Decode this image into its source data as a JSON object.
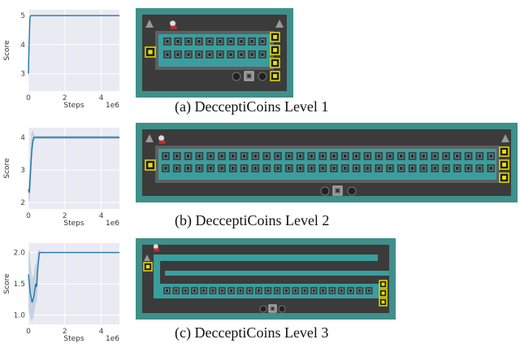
{
  "captions": [
    "(a) DecceptiCoins Level 1",
    "(b) DecceptiCoins Level 2",
    "(c) DecceptiCoins Level 3"
  ],
  "colors": {
    "line": "#1f77b4",
    "band": "#b7c7d6",
    "plot_bg": "#eaeaf2",
    "wall": "#5f5f5f",
    "floor": "#3b3b3b",
    "water": "#3a9e9e",
    "border": "#3f8f8a",
    "coin": "#e8e000",
    "grid": "#ffffff"
  },
  "icons": [
    "avatar-icon",
    "coin-icon",
    "goal-icon",
    "boulder-icon",
    "spike-icon"
  ],
  "chart_data": [
    {
      "type": "line",
      "title": "",
      "xlabel": "Steps",
      "ylabel": "Score",
      "x_offset_label": "1e6",
      "xlim": [
        0,
        5
      ],
      "ylim": [
        2.4,
        5.2
      ],
      "xticks": [
        {
          "v": 0,
          "t": "0"
        },
        {
          "v": 2,
          "t": "2"
        },
        {
          "v": 4,
          "t": "4"
        }
      ],
      "yticks": [
        {
          "v": 3,
          "t": "3"
        },
        {
          "v": 4,
          "t": "4"
        },
        {
          "v": 5,
          "t": "5"
        }
      ],
      "x": [
        0,
        0.02,
        0.05,
        0.08,
        0.12,
        0.2,
        0.5,
        1,
        2,
        3,
        4,
        5
      ],
      "y": [
        3,
        3.6,
        4.3,
        4.9,
        5,
        5,
        5,
        5,
        5,
        5,
        5,
        5
      ],
      "band_low": [
        2.5,
        3,
        3.7,
        4.6,
        5,
        5,
        5,
        5,
        5,
        5,
        5,
        5
      ],
      "band_high": [
        3.3,
        4.1,
        4.8,
        5,
        5,
        5,
        5,
        5,
        5,
        5,
        5,
        5
      ]
    },
    {
      "type": "line",
      "title": "",
      "xlabel": "Steps",
      "ylabel": "Score",
      "x_offset_label": "1e6",
      "xlim": [
        0,
        5
      ],
      "ylim": [
        1.8,
        4.3
      ],
      "xticks": [
        {
          "v": 0,
          "t": "0"
        },
        {
          "v": 2,
          "t": "2"
        },
        {
          "v": 4,
          "t": "4"
        }
      ],
      "yticks": [
        {
          "v": 2,
          "t": "2"
        },
        {
          "v": 3,
          "t": "3"
        },
        {
          "v": 4,
          "t": "4"
        }
      ],
      "x": [
        0,
        0.05,
        0.1,
        0.15,
        0.2,
        0.25,
        0.3,
        0.4,
        0.5,
        1,
        2,
        3,
        4,
        5
      ],
      "y": [
        2.4,
        2.3,
        2.8,
        3.3,
        3.7,
        3.9,
        4,
        4,
        4,
        4,
        4,
        4,
        4,
        4
      ],
      "band_low": [
        2.1,
        2.0,
        2.2,
        2.8,
        3.4,
        3.7,
        3.9,
        3.95,
        3.95,
        3.95,
        3.95,
        3.95,
        3.95,
        3.95
      ],
      "band_high": [
        2.7,
        2.9,
        3.6,
        4.1,
        4.2,
        4.2,
        4.1,
        4.05,
        4.05,
        4.05,
        4.05,
        4.05,
        4.05,
        4.05
      ]
    },
    {
      "type": "line",
      "title": "",
      "xlabel": "Steps",
      "ylabel": "Score",
      "x_offset_label": "1e6",
      "xlim": [
        0,
        5
      ],
      "ylim": [
        0.85,
        2.15
      ],
      "xticks": [
        {
          "v": 0,
          "t": "0"
        },
        {
          "v": 2,
          "t": "2"
        },
        {
          "v": 4,
          "t": "4"
        }
      ],
      "yticks": [
        {
          "v": 1.0,
          "t": "1.0"
        },
        {
          "v": 1.5,
          "t": "1.5"
        },
        {
          "v": 2.0,
          "t": "2.0"
        }
      ],
      "x": [
        0,
        0.05,
        0.1,
        0.2,
        0.3,
        0.4,
        0.45,
        0.5,
        0.6,
        0.7,
        1,
        2,
        3,
        4,
        5
      ],
      "y": [
        1.65,
        1.5,
        1.35,
        1.2,
        1.3,
        1.5,
        1.45,
        1.7,
        2,
        2,
        2,
        2,
        2,
        2,
        2
      ],
      "band_low": [
        1.1,
        1.0,
        0.95,
        0.9,
        1.0,
        1.2,
        1.2,
        1.4,
        1.95,
        2,
        2,
        2,
        2,
        2,
        2
      ],
      "band_high": [
        2.0,
        2.05,
        1.85,
        1.6,
        1.65,
        1.85,
        1.8,
        2.0,
        2.05,
        2,
        2,
        2,
        2,
        2,
        2
      ]
    }
  ]
}
